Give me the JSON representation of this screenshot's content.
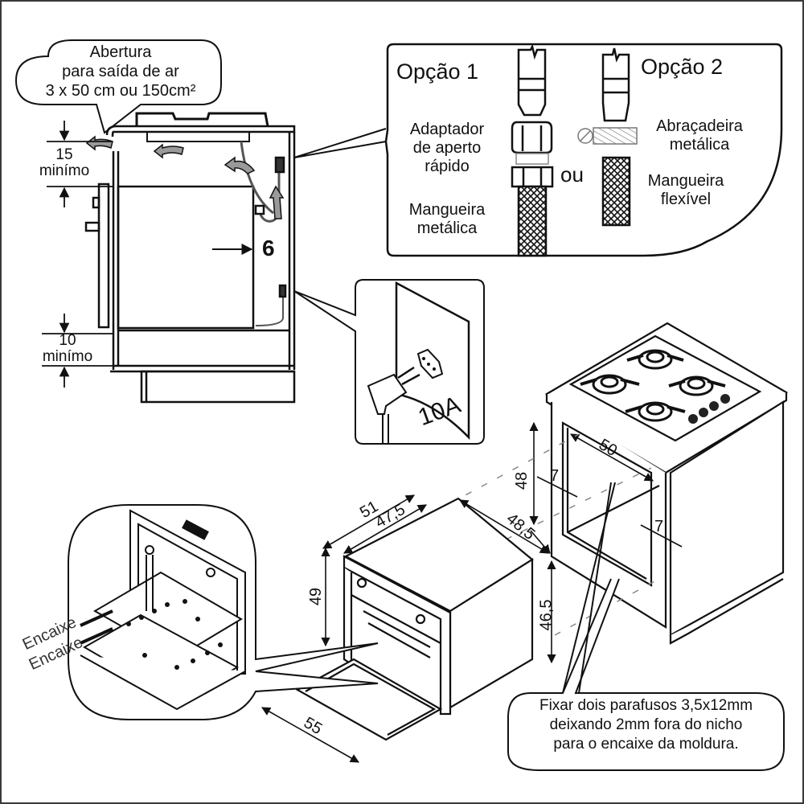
{
  "colors": {
    "line": "#111111",
    "arrow_fill": "#9a9a9a",
    "dash": "#8a8a8a",
    "frame": "#3a3a3a"
  },
  "ventilation_callout": {
    "lines": [
      "Abertura",
      "para saída de ar",
      "3 x 50 cm ou 150cm²"
    ]
  },
  "side_section": {
    "top_clearance": {
      "value": "15",
      "label": "minímo"
    },
    "bottom_clearance": {
      "value": "10",
      "label": "minímo"
    },
    "back_gap_marker": "6"
  },
  "gas_options": {
    "option1": {
      "title": "Opção 1",
      "adapter_label": [
        "Adaptador",
        "de aperto",
        "rápido"
      ],
      "hose_label": [
        "Mangueira",
        "metálica"
      ]
    },
    "separator": "ou",
    "option2": {
      "title": "Opção 2",
      "clamp_label": [
        "Abraçadeira",
        "metálica"
      ],
      "hose_label": [
        "Mangueira",
        "flexível"
      ]
    }
  },
  "plug_callout": {
    "rating": "10A"
  },
  "cooktop_cabinet": {
    "burners": 4,
    "knobs": 4,
    "dimensions": {
      "width": "50",
      "height": "48",
      "depth": "48,5",
      "side_gap": "7"
    }
  },
  "oven_unit": {
    "dimensions": {
      "outer_width": "51",
      "inner_width": "47,5",
      "height": "49",
      "depth": "48,5",
      "body_height": "46,5",
      "base_length": "55"
    }
  },
  "detail_callout": {
    "labels": [
      "Encaixe",
      "Encaixe"
    ]
  },
  "screw_note": {
    "lines": [
      "Fixar dois parafusos 3,5x12mm",
      "deixando 2mm fora do nicho",
      "para o encaixe da moldura."
    ]
  }
}
